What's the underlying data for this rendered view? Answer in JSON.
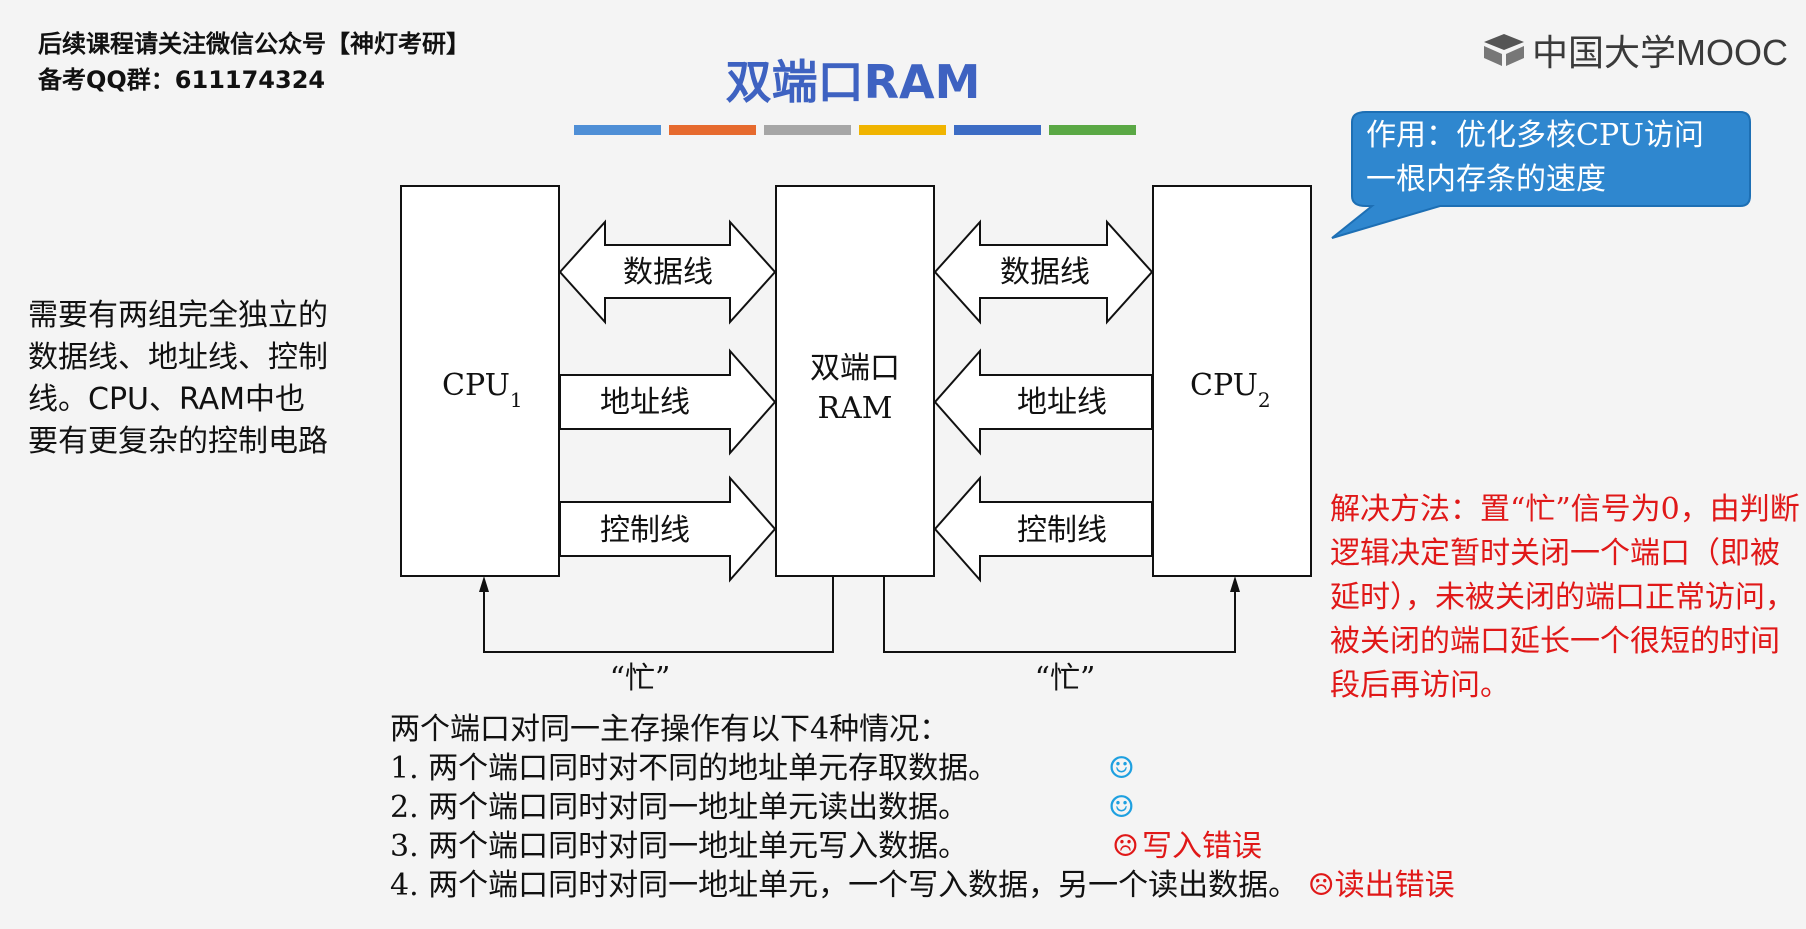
{
  "header": {
    "line1": "后续课程请关注微信公众号【神灯考研】",
    "line2": "备考QQ群：611174324"
  },
  "logo": {
    "text": "中国大学MOOC",
    "icon": "mooc-logo-icon"
  },
  "title": "双端口RAM",
  "title_bar_colors": [
    "#4f8fd6",
    "#e66a2e",
    "#a6a6a6",
    "#f0b400",
    "#3c6cc4",
    "#5aa845"
  ],
  "callout": {
    "text": "作用：优化多核CPU访问一根内存条的速度",
    "color": "#2f87cf"
  },
  "left_note": "需要有两组完全独立的数据线、地址线、控制线。CPU、RAM中也要有更复杂的控制电路",
  "diagram": {
    "cpu1": {
      "name": "CPU",
      "sub": "1"
    },
    "ram": {
      "line1": "双端口",
      "line2": "RAM"
    },
    "cpu2": {
      "name": "CPU",
      "sub": "2"
    },
    "left_buses": {
      "data": "数据线",
      "address": "地址线",
      "control": "控制线"
    },
    "right_buses": {
      "data": "数据线",
      "address": "地址线",
      "control": "控制线"
    },
    "busy_left": "“忙”",
    "busy_right": "“忙”"
  },
  "solution": {
    "text": "解决方法：置“忙”信号为0，由判断逻辑决定暂时关闭一个端口（即被延时），未被关闭的端口正常访问，被关闭的端口延长一个很短的时间段后再访问。",
    "color": "#e01818"
  },
  "cases": {
    "intro": "两个端口对同一主存操作有以下4种情况：",
    "items": [
      {
        "text": "1. 两个端口同时对不同的地址单元存取数据。",
        "mark": "☺",
        "note": ""
      },
      {
        "text": "2. 两个端口同时对同一地址单元读出数据。",
        "mark": "☺",
        "note": ""
      },
      {
        "text": "3. 两个端口同时对同一地址单元写入数据。",
        "mark": "☹",
        "note": "写入错误"
      },
      {
        "text": "4. 两个端口同时对同一地址单元，一个写入数据，另一个读出数据。",
        "mark": "☹",
        "note": "读出错误"
      }
    ]
  }
}
